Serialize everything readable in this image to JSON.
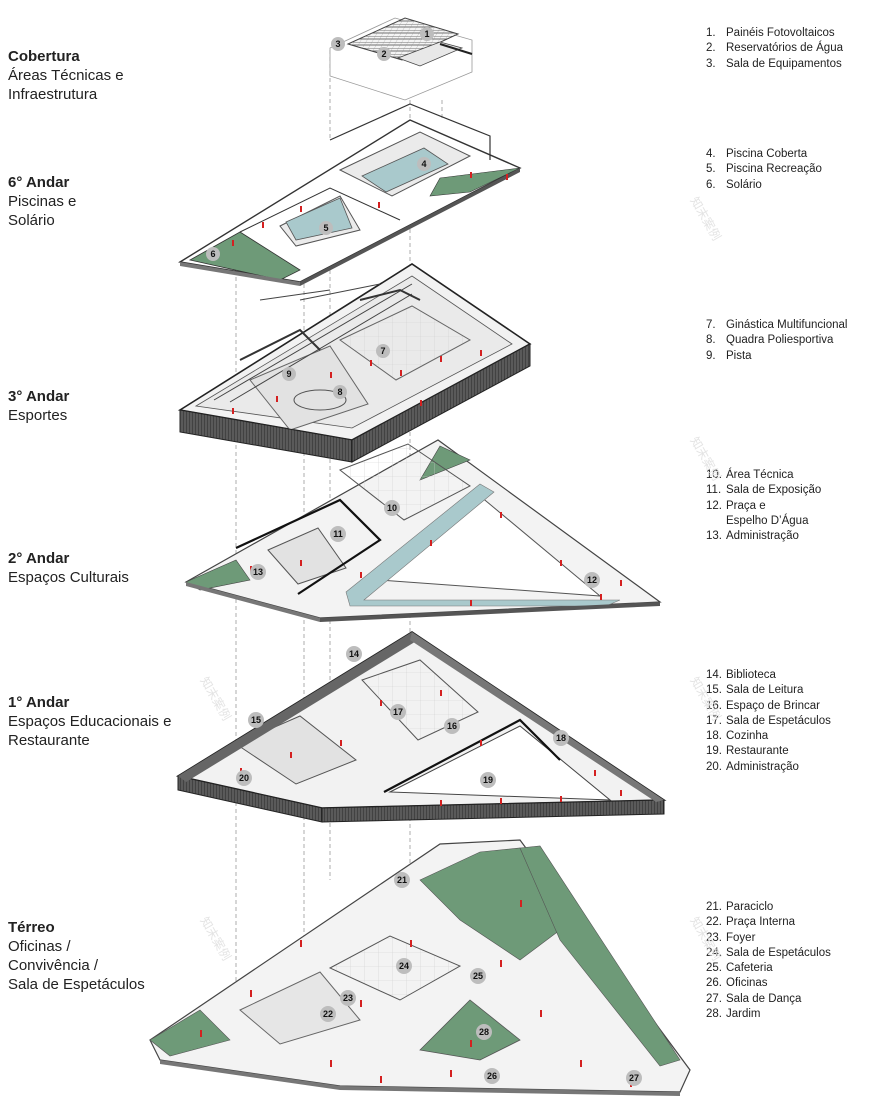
{
  "floors": [
    {
      "key": "roof",
      "name": "Cobertura",
      "desc_lines": [
        "Áreas Técnicas e",
        "Infraestrutura"
      ]
    },
    {
      "key": "f6",
      "name": "6° Andar",
      "desc_lines": [
        "Piscinas e",
        "Solário"
      ]
    },
    {
      "key": "f3",
      "name": "3° Andar",
      "desc_lines": [
        "Esportes"
      ]
    },
    {
      "key": "f2",
      "name": "2° Andar",
      "desc_lines": [
        "Espaços Culturais"
      ]
    },
    {
      "key": "f1",
      "name": "1° Andar",
      "desc_lines": [
        "Espaços Educacionais e",
        "Restaurante"
      ]
    },
    {
      "key": "g",
      "name": "Térreo",
      "desc_lines": [
        "Oficinas /",
        "Convivência /",
        "Sala de Espetáculos"
      ]
    }
  ],
  "legends": [
    {
      "key": "roof",
      "items": [
        {
          "num": "1.",
          "label": "Painéis Fotovoltaicos"
        },
        {
          "num": "2.",
          "label": "Reservatórios de Água"
        },
        {
          "num": "3.",
          "label": "Sala de Equipamentos"
        }
      ]
    },
    {
      "key": "f6",
      "items": [
        {
          "num": "4.",
          "label": "Piscina Coberta"
        },
        {
          "num": "5.",
          "label": "Piscina Recreação"
        },
        {
          "num": "6.",
          "label": "Solário"
        }
      ]
    },
    {
      "key": "f3",
      "items": [
        {
          "num": "7.",
          "label": "Ginástica Multifuncional"
        },
        {
          "num": "8.",
          "label": "Quadra Poliesportiva"
        },
        {
          "num": "9.",
          "label": "Pista"
        }
      ]
    },
    {
      "key": "f2",
      "items": [
        {
          "num": "10.",
          "label": "Área Técnica"
        },
        {
          "num": "11.",
          "label": "Sala de Exposição"
        },
        {
          "num": "12.",
          "label": "Praça e"
        },
        {
          "num": "",
          "label": "Espelho D’Água"
        },
        {
          "num": "13.",
          "label": "Administração"
        }
      ]
    },
    {
      "key": "f1",
      "items": [
        {
          "num": "14.",
          "label": "Biblioteca"
        },
        {
          "num": "15.",
          "label": "Sala de Leitura"
        },
        {
          "num": "16.",
          "label": "Espaço de Brincar"
        },
        {
          "num": "17.",
          "label": "Sala de Espetáculos"
        },
        {
          "num": "18.",
          "label": "Cozinha"
        },
        {
          "num": "19.",
          "label": "Restaurante"
        },
        {
          "num": "20.",
          "label": "Administração"
        }
      ]
    },
    {
      "key": "g",
      "items": [
        {
          "num": "21.",
          "label": "Paraciclo"
        },
        {
          "num": "22.",
          "label": "Praça Interna"
        },
        {
          "num": "23.",
          "label": "Foyer"
        },
        {
          "num": "24.",
          "label": "Sala de Espetáculos"
        },
        {
          "num": "25.",
          "label": "Cafeteria"
        },
        {
          "num": "26.",
          "label": "Oficinas"
        },
        {
          "num": "27.",
          "label": "Sala de Dança"
        },
        {
          "num": "28.",
          "label": "Jardim"
        }
      ]
    }
  ],
  "callouts": [
    "1",
    "2",
    "3",
    "4",
    "5",
    "6",
    "7",
    "8",
    "9",
    "10",
    "11",
    "12",
    "13",
    "14",
    "15",
    "16",
    "17",
    "18",
    "19",
    "20",
    "21",
    "22",
    "23",
    "24",
    "25",
    "26",
    "27",
    "28"
  ],
  "colors": {
    "green": "#6e9a78",
    "water": "#a9c9cc",
    "red": "#d42020",
    "dark": "#333333",
    "floor": "#e6e6e6"
  },
  "watermark": "知末案例"
}
